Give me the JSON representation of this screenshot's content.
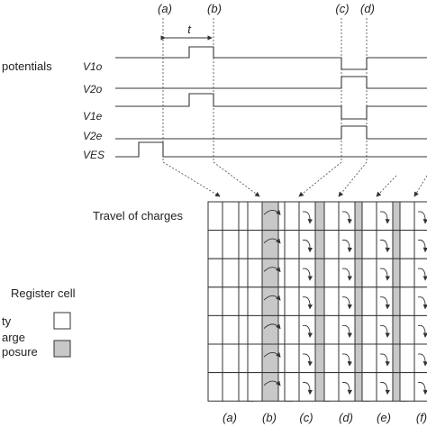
{
  "labels": {
    "potentials": "potentials",
    "travel": "Travel of charges",
    "register_cell": "Register cell",
    "empty": "ty",
    "charge_line1": "arge",
    "charge_line2": "posure",
    "t": "t"
  },
  "time_markers": [
    "(a)",
    "(b)",
    "(c)",
    "(d)"
  ],
  "signals": [
    "V1o",
    "V2o",
    "V1e",
    "V2e",
    "VES"
  ],
  "panels": [
    "(a)",
    "(b)",
    "(c)",
    "(d)",
    "(e)",
    "(f)"
  ],
  "colors": {
    "cell_empty": "#ffffff",
    "cell_charge": "#c8c8c8",
    "line": "#333333"
  }
}
